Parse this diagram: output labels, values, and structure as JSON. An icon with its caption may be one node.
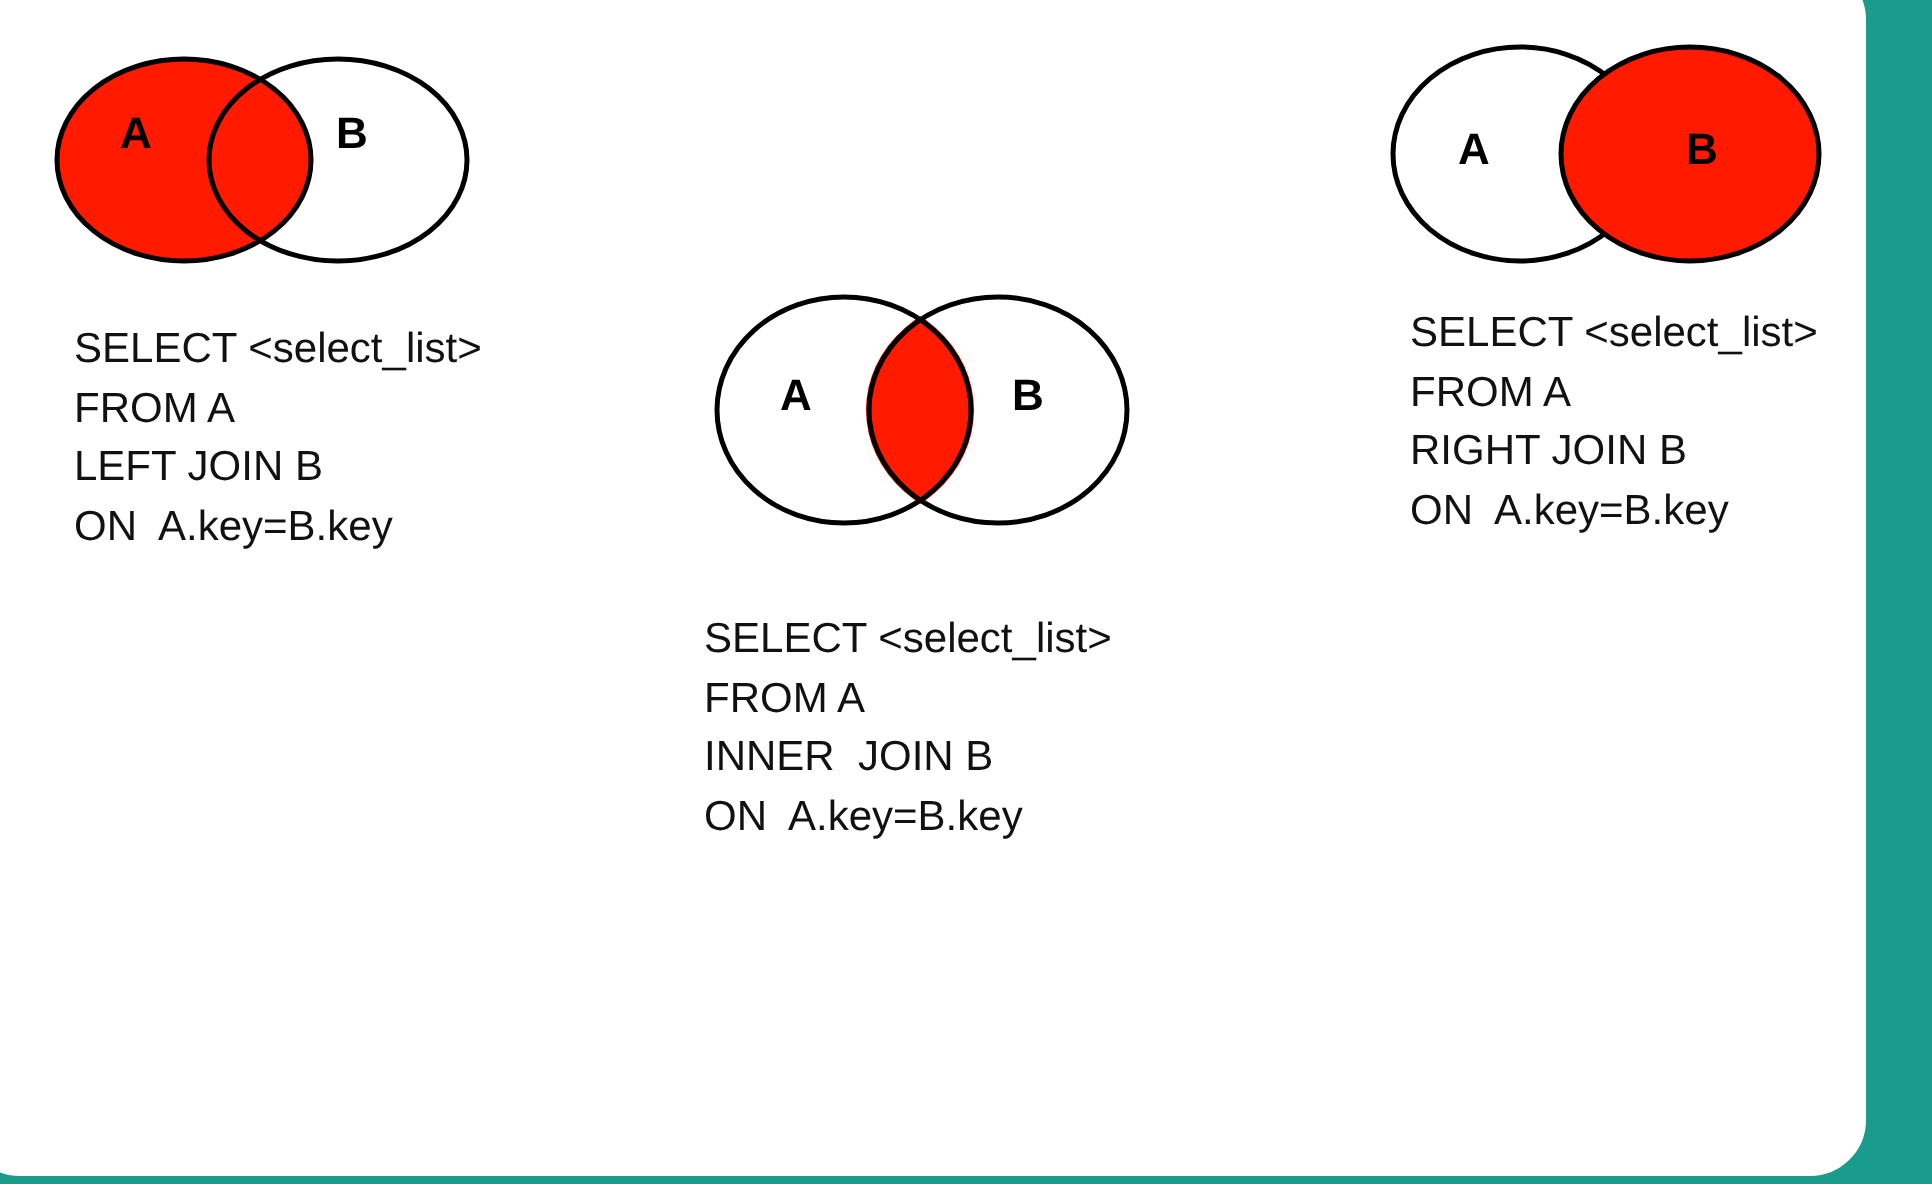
{
  "diagram": {
    "nodes": [
      {
        "text": [
          "A"
        ]
      },
      {
        "text": [
          "B"
        ]
      },
      {
        "text": [
          "A"
        ]
      },
      {
        "text": [
          "B"
        ]
      },
      {
        "text": [
          "A"
        ]
      },
      {
        "text": [
          "B"
        ]
      }
    ],
    "labels": [
      "SELECT <select_list>",
      "FROM A",
      "LEFT JOIN B",
      "ON  A.key=B.key",
      "SELECT <select_list>",
      "FROM A",
      "INNER  JOIN B",
      "ON  A.key=B.key",
      "SELECT <select_list>",
      "FROM A",
      "RIGHT JOIN B",
      "ON  A.key=B.key"
    ]
  }
}
